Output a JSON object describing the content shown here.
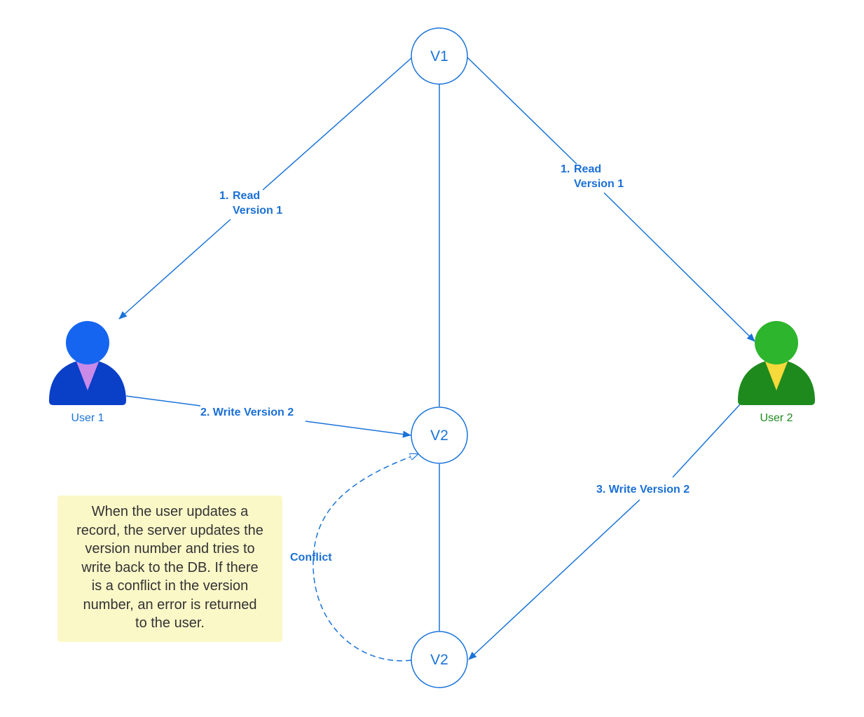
{
  "nodes": {
    "v1": "V1",
    "v2_middle": "V2",
    "v2_bottom": "V2"
  },
  "users": {
    "user1": {
      "label": "User 1",
      "body_color": "#0a3fc8",
      "head_color": "#1565f0",
      "tie_color": "#c98ae8",
      "label_color": "#1a73d9"
    },
    "user2": {
      "label": "User 2",
      "body_color": "#1e8a1e",
      "head_color": "#2db52d",
      "tie_color": "#f6d93a",
      "label_color": "#1e8a1e"
    }
  },
  "edges": {
    "read_user1": [
      "1.",
      "Read",
      "Version 1"
    ],
    "read_user2": [
      "1.",
      "Read",
      "Version 1"
    ],
    "write_user1": "2. Write Version 2",
    "write_user2": "3. Write Version 2",
    "conflict": "Conflict"
  },
  "note": {
    "lines": [
      "When the user updates a",
      "record, the server updates the",
      "version number and tries to",
      "write back to the DB. If there",
      "is a conflict in the version",
      "number, an error is returned",
      "to the user."
    ]
  },
  "colors": {
    "line": "#1a73d9",
    "node_stroke": "#1a73d9",
    "note_bg": "#fbf8c8"
  }
}
